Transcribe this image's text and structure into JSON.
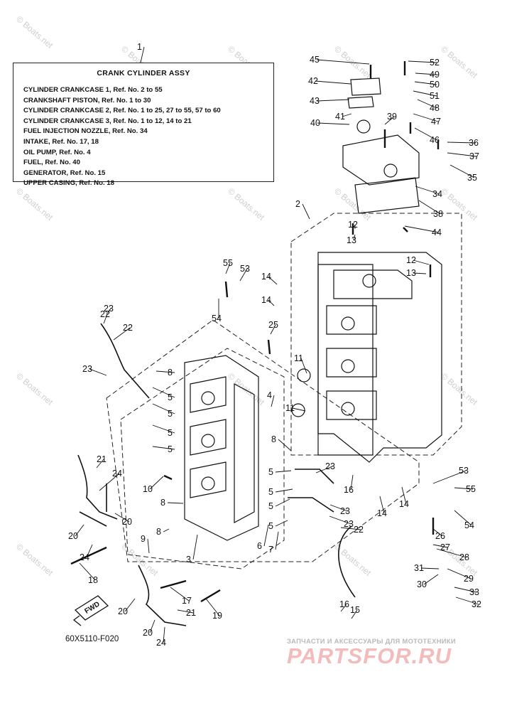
{
  "legend": {
    "title": "CRANK CYLINDER ASSY",
    "lines": [
      "CYLINDER CRANKCASE 1, Ref. No. 2 to 55",
      "CRANKSHAFT PISTON, Ref. No. 1 to 30",
      "CYLINDER CRANKCASE 2, Ref. No. 1 to 25, 27 to 55, 57 to 60",
      "CYLINDER CRANKCASE 3, Ref. No. 1 to 12, 14 to 21",
      "FUEL INJECTION NOZZLE, Ref. No. 34",
      "INTAKE, Ref. No. 17, 18",
      "OIL PUMP, Ref. No. 4",
      "FUEL, Ref. No. 40",
      "GENERATOR, Ref. No. 15",
      "UPPER CASING, Ref. No. 18"
    ]
  },
  "drawing_code": "60X5110-F020",
  "fwd_label": "FWD",
  "watermark": "© Boats.net",
  "brand": {
    "tagline": "ЗАПЧАСТИ И АКСЕССУАРЫ ДЛЯ МОТОТЕХНИКИ",
    "logo": "PARTSFOR.RU"
  },
  "callouts": [
    "1",
    "2",
    "3",
    "4",
    "5",
    "5",
    "5",
    "5",
    "5",
    "5",
    "5",
    "5",
    "6",
    "7",
    "8",
    "8",
    "8",
    "8",
    "9",
    "10",
    "11",
    "11",
    "12",
    "12",
    "13",
    "13",
    "14",
    "14",
    "14",
    "14",
    "15",
    "16",
    "16",
    "17",
    "18",
    "19",
    "20",
    "20",
    "20",
    "20",
    "21",
    "21",
    "22",
    "22",
    "22",
    "23",
    "23",
    "23",
    "23",
    "23",
    "24",
    "24",
    "24",
    "25",
    "26",
    "27",
    "28",
    "29",
    "30",
    "31",
    "32",
    "33",
    "34",
    "35",
    "36",
    "37",
    "38",
    "39",
    "40",
    "41",
    "42",
    "43",
    "44",
    "45",
    "46",
    "47",
    "48",
    "49",
    "50",
    "51",
    "52",
    "53",
    "53",
    "54",
    "54",
    "55",
    "55"
  ]
}
